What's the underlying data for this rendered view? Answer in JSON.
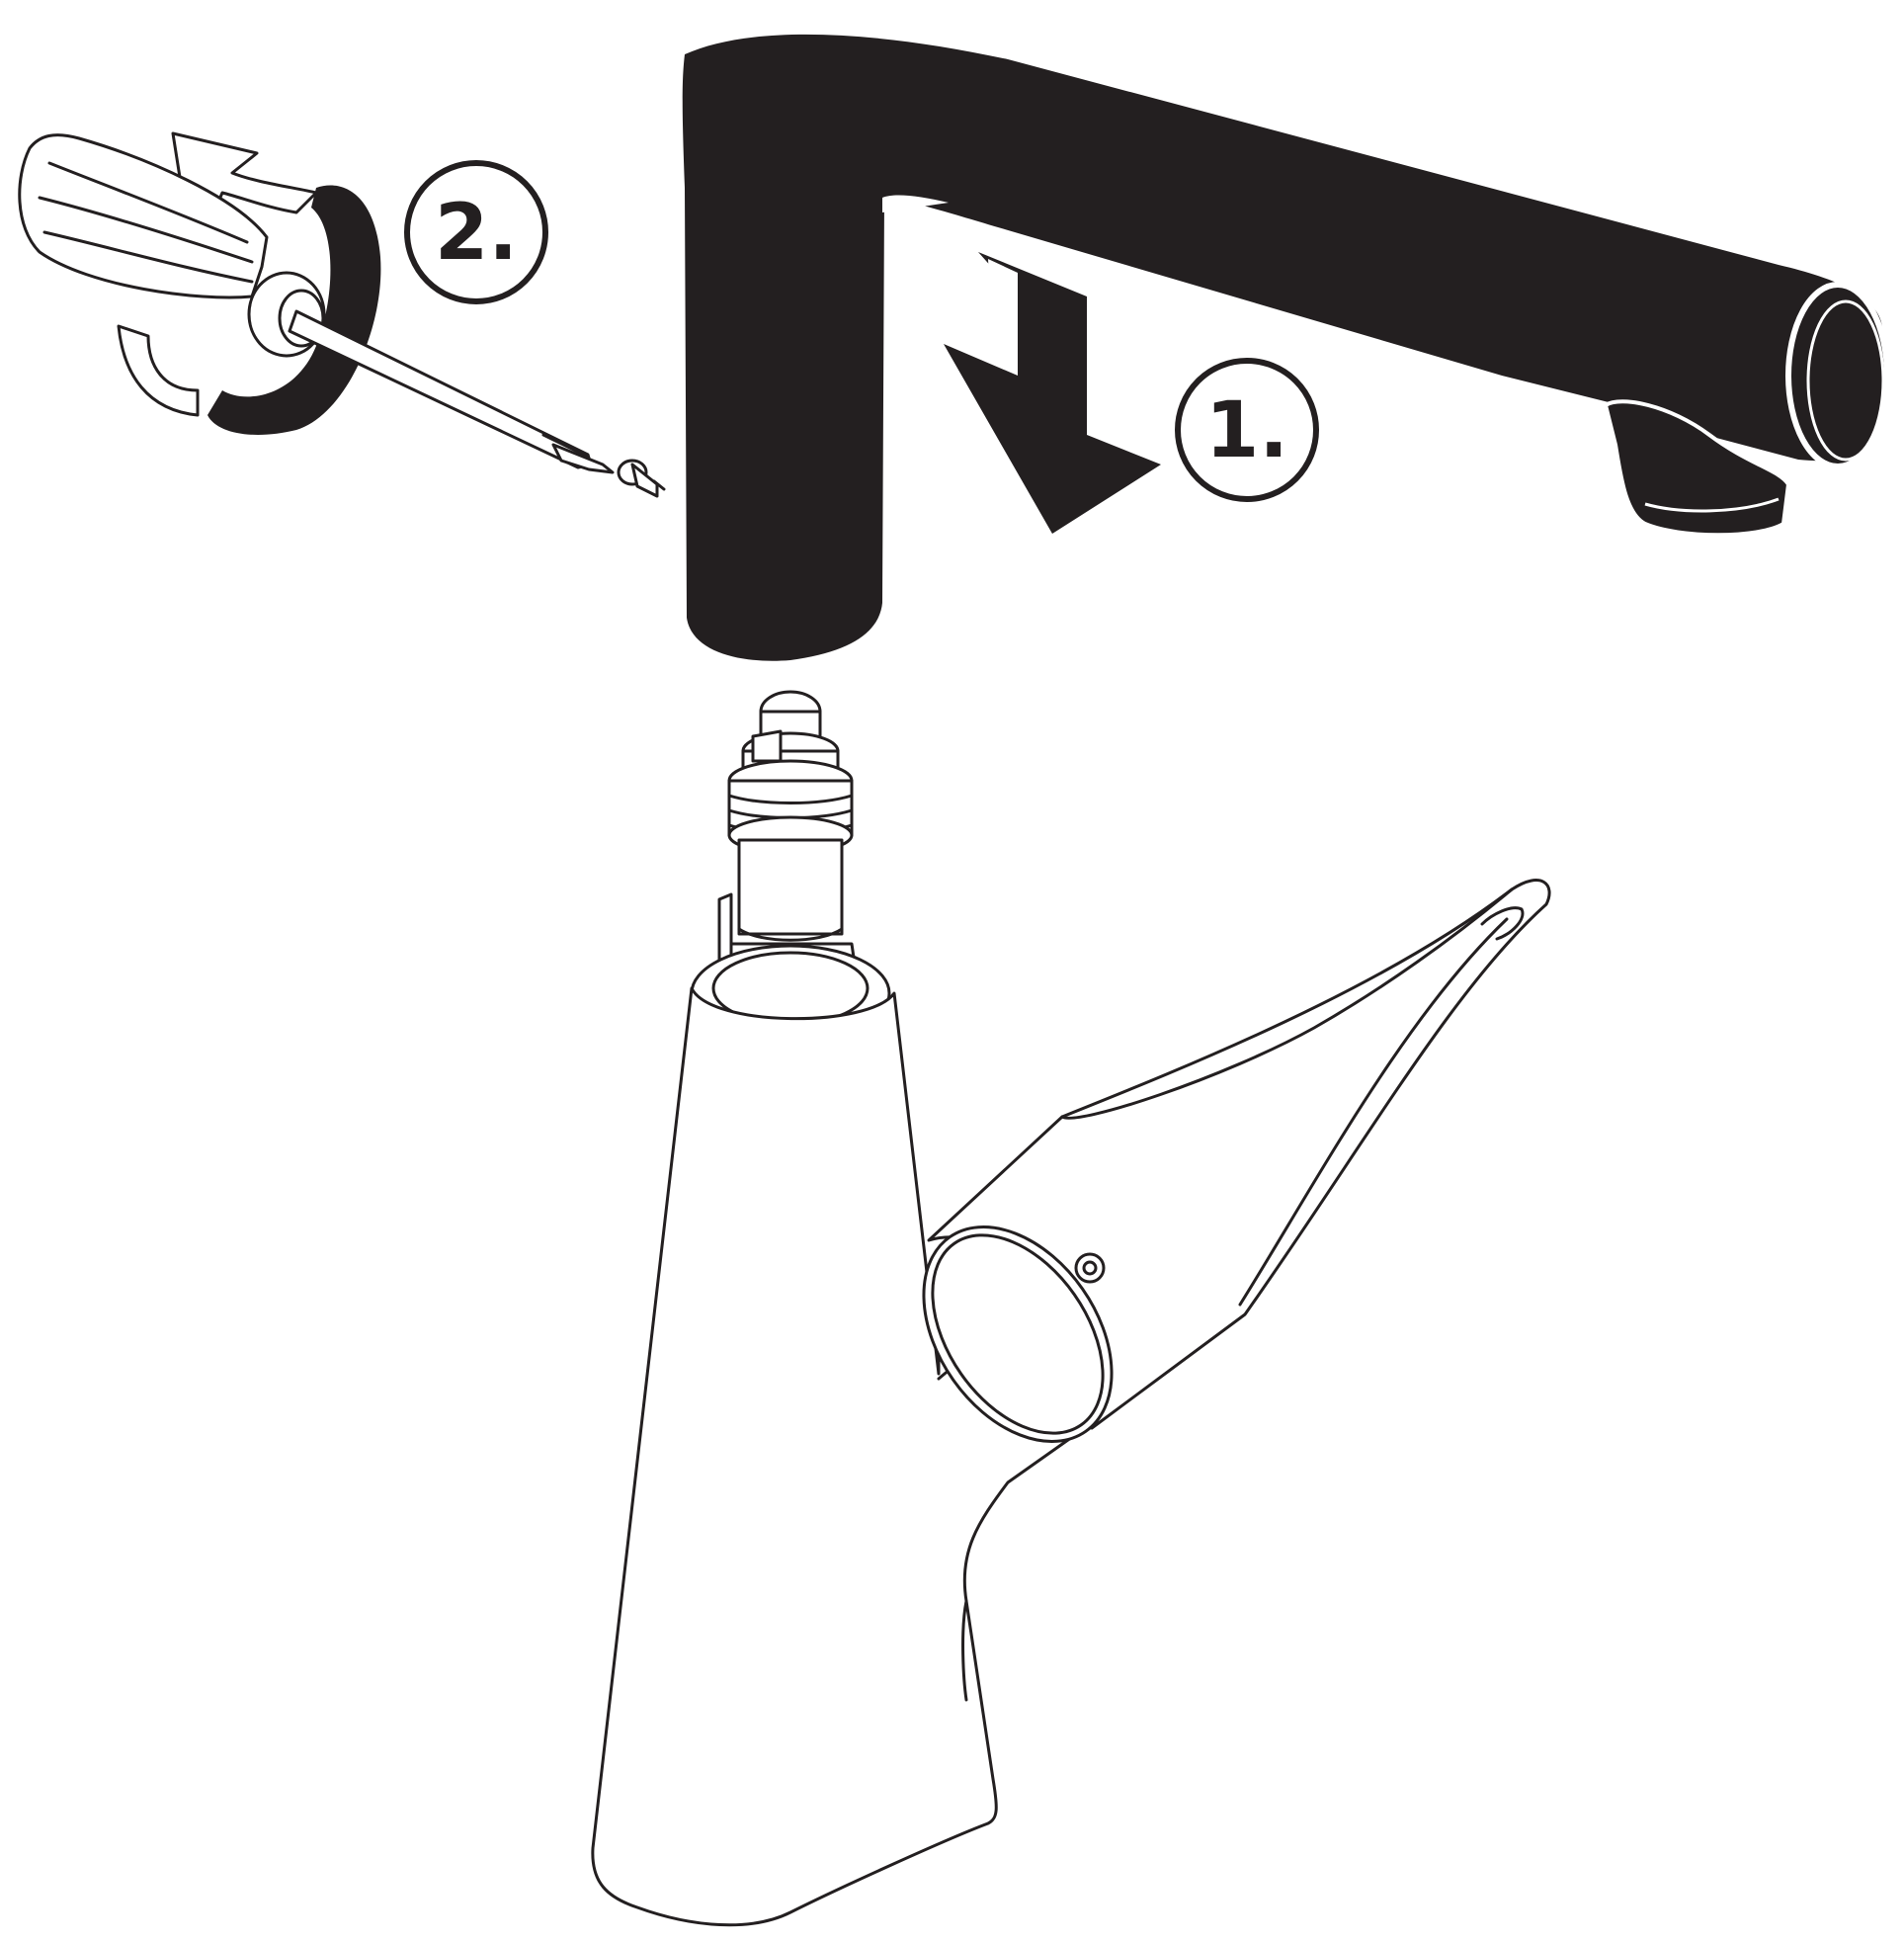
{
  "steps": [
    {
      "label": "1.",
      "action": "lift-spout-down-arrow"
    },
    {
      "label": "2.",
      "action": "turn-screwdriver"
    }
  ],
  "parts": {
    "spout": "spout",
    "cartridge": "cartridge",
    "faucet_body": "faucet-body",
    "lever": "lever-handle",
    "screwdriver": "screwdriver",
    "screw": "grub-screw"
  },
  "colors": {
    "ink": "#231f20",
    "paper": "#ffffff"
  }
}
